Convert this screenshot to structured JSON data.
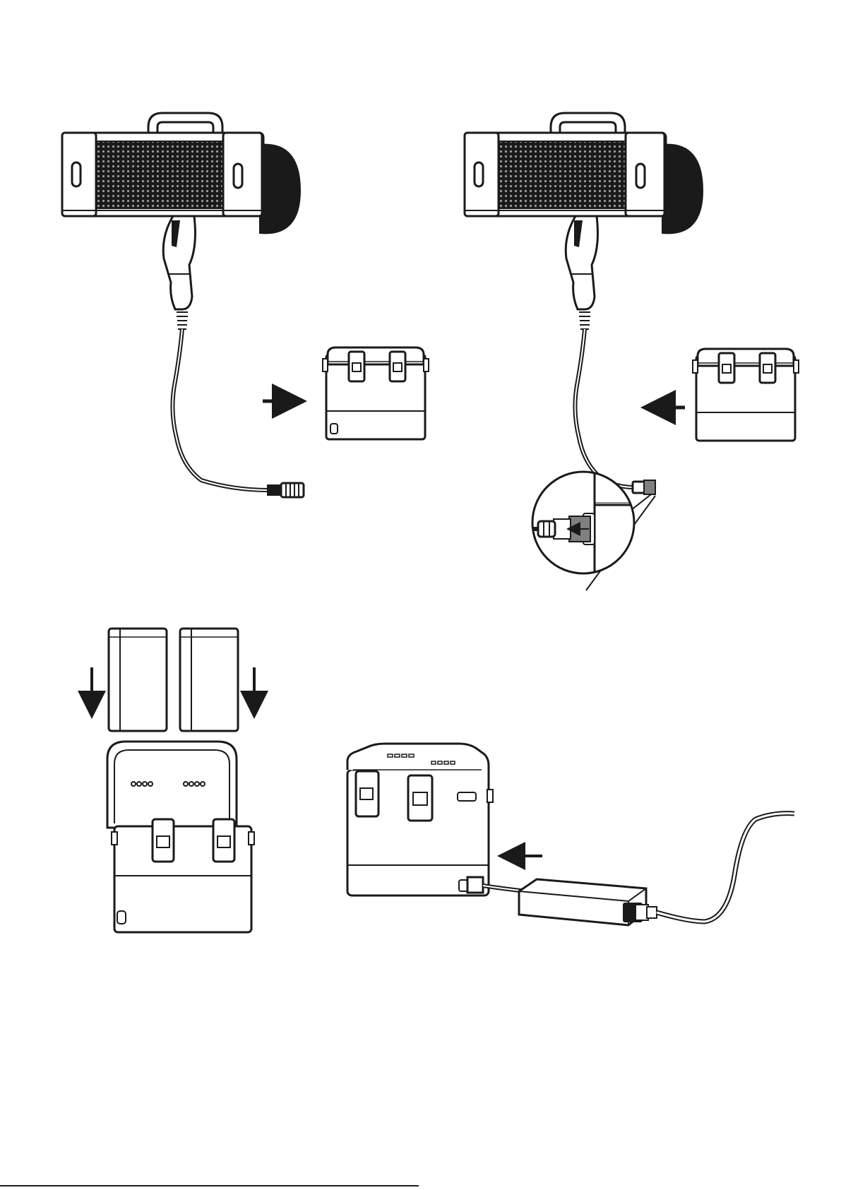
{
  "panels": [
    {
      "id": "step-1",
      "action": "connect-cable",
      "arrow": "right"
    },
    {
      "id": "step-2",
      "action": "cable-inserted",
      "arrow": "left",
      "detail_zoom": true
    },
    {
      "id": "step-3",
      "action": "insert-batteries",
      "arrow": "down",
      "battery_count": 2
    },
    {
      "id": "step-4",
      "action": "connect-power-adapter",
      "arrow": "left"
    }
  ],
  "colors": {
    "line": "#1a1a1a",
    "fill": "#ffffff",
    "grey": "#808080",
    "dark": "#2a2a2a"
  }
}
